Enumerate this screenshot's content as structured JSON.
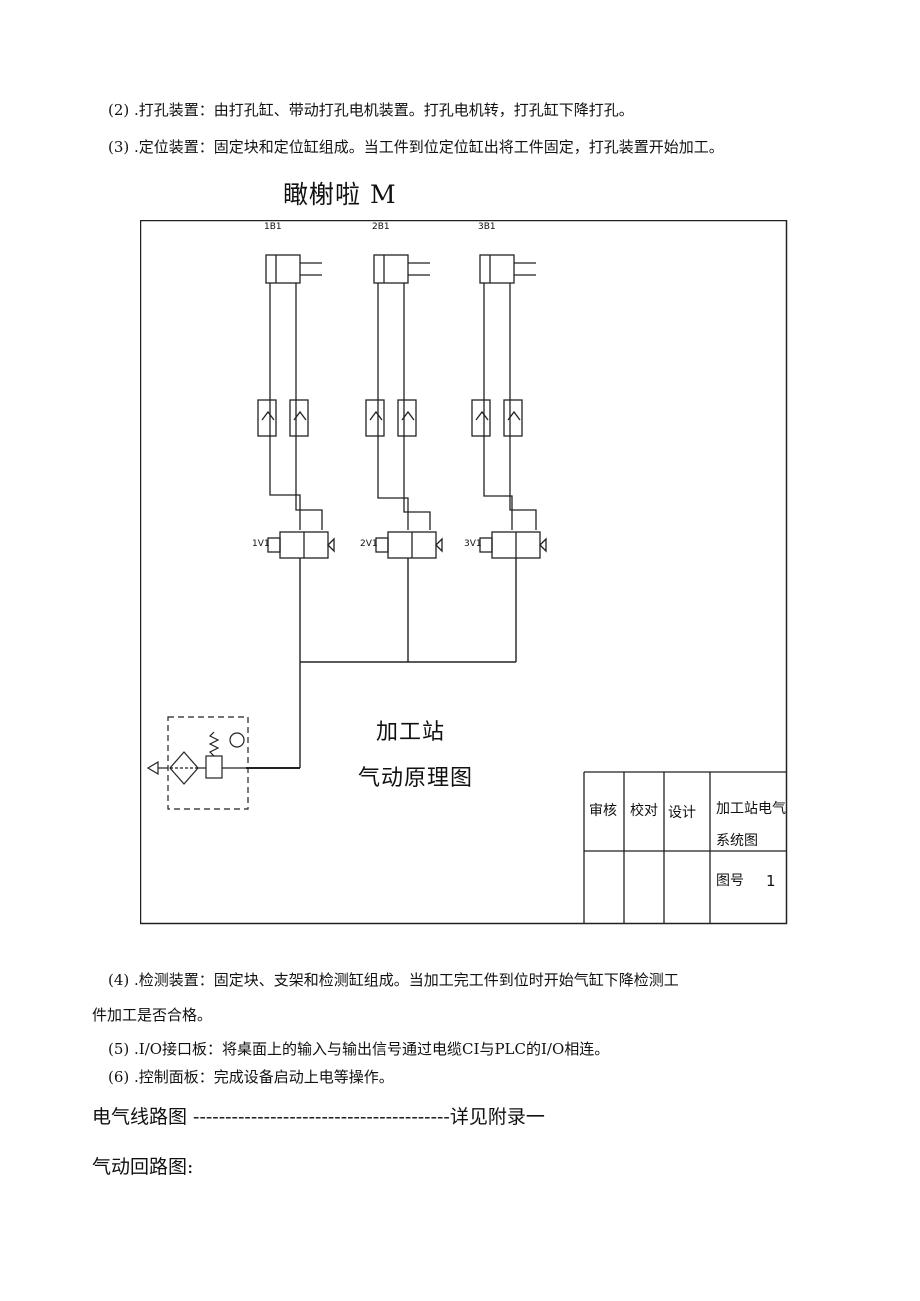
{
  "paragraphs": {
    "p2": "(2) .打孔装置：由打孔缸、带动打孔电机装置。打孔电机转，打孔缸下降打孔。",
    "p3": "(3) .定位装置：固定块和定位缸组成。当工件到位定位缸出将工件固定，打孔装置开始加工。",
    "p4a": "(4) .检测装置：固定块、支架和检测缸组成。当加工完工件到位时开始气缸下降检测工",
    "p4b": "件加工是否合格。",
    "p5": "(5) .I/O接口板：将桌面上的输入与输出信号通过电缆CI与PLC的I/O相连。",
    "p6": "(6) .控制面板：完成设备启动上电等操作。"
  },
  "diagram": {
    "garbled_heading": "瞰榭啦 M",
    "cylinder_labels": [
      "1B1",
      "2B1",
      "3B1"
    ],
    "valve_labels": [
      "1V1",
      "2V1",
      "3V1"
    ],
    "center_title_line1": "加工站",
    "center_title_line2": "气动原理图",
    "title_block": {
      "review": "审核",
      "proofread": "校对",
      "design": "设计",
      "drawing_name_line1": "加工站电气",
      "drawing_name_line2": "系统图",
      "drawing_no_label": "图号",
      "drawing_no_value": "1"
    }
  },
  "sections": {
    "electrical": "电气线路图 ----------------------------------------详见附录一",
    "pneumatic": "气动回路图:"
  }
}
